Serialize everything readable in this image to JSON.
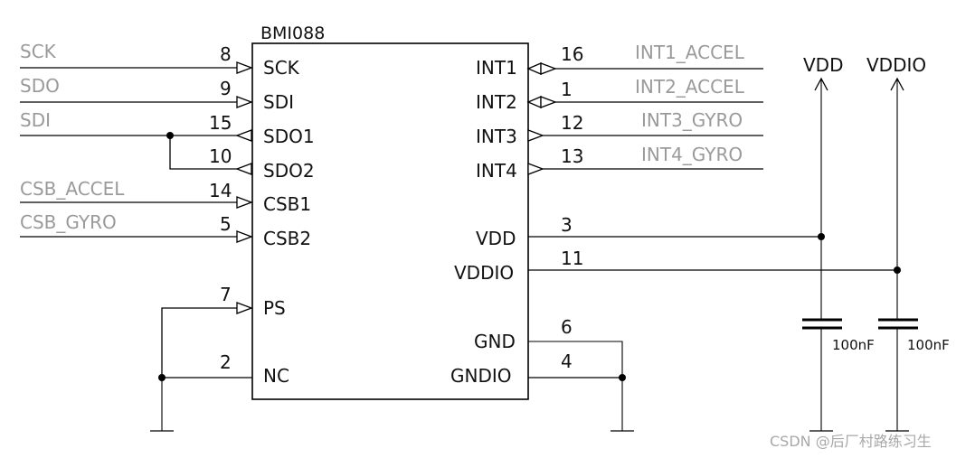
{
  "chip": {
    "name": "BMI088",
    "left_pins": [
      {
        "num": "8",
        "pin": "SCK",
        "net": "SCK"
      },
      {
        "num": "9",
        "pin": "SDI",
        "net": "SDO"
      },
      {
        "num": "15",
        "pin": "SDO1",
        "net": "SDI"
      },
      {
        "num": "10",
        "pin": "SDO2",
        "net": ""
      },
      {
        "num": "14",
        "pin": "CSB1",
        "net": "CSB_ACCEL"
      },
      {
        "num": "5",
        "pin": "CSB2",
        "net": "CSB_GYRO"
      },
      {
        "num": "7",
        "pin": "PS",
        "net": ""
      },
      {
        "num": "2",
        "pin": "NC",
        "net": ""
      }
    ],
    "right_pins": [
      {
        "num": "16",
        "pin": "INT1",
        "net": "INT1_ACCEL"
      },
      {
        "num": "1",
        "pin": "INT2",
        "net": "INT2_ACCEL"
      },
      {
        "num": "12",
        "pin": "INT3",
        "net": "INT3_GYRO"
      },
      {
        "num": "13",
        "pin": "INT4",
        "net": "INT4_GYRO"
      },
      {
        "num": "3",
        "pin": "VDD",
        "net": ""
      },
      {
        "num": "11",
        "pin": "VDDIO",
        "net": ""
      },
      {
        "num": "6",
        "pin": "GND",
        "net": ""
      },
      {
        "num": "4",
        "pin": "GNDIO",
        "net": ""
      }
    ]
  },
  "power": {
    "vdd_label": "VDD",
    "vddio_label": "VDDIO",
    "cap1_label": "100nF",
    "cap2_label": "100nF"
  },
  "watermark": "CSDN @后厂村路练习生"
}
